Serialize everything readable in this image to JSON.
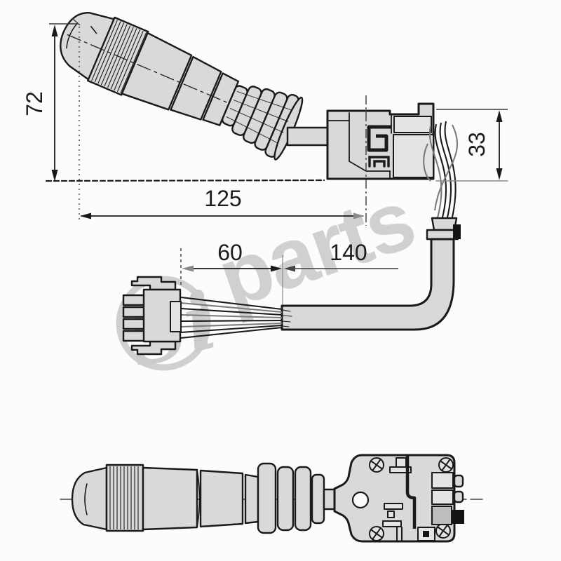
{
  "drawing": {
    "type": "technical-drawing",
    "subject": "steering-column-stalk-switch-with-cable"
  },
  "watermark": {
    "logo": "Si",
    "text": "parts"
  },
  "dims": {
    "d72": {
      "label": "72"
    },
    "d125": {
      "label": "125"
    },
    "d33": {
      "label": "33"
    },
    "d60": {
      "label": "60"
    },
    "d140": {
      "label": "140"
    }
  },
  "colors": {
    "ink": "#1a1a1a",
    "part_fill": "#d9d9d9",
    "part_fill_light": "#e4e4e4",
    "dim_gray": "#8a8a8a",
    "watermark": "#cbcbcb",
    "bg": "#fcfcfc"
  }
}
